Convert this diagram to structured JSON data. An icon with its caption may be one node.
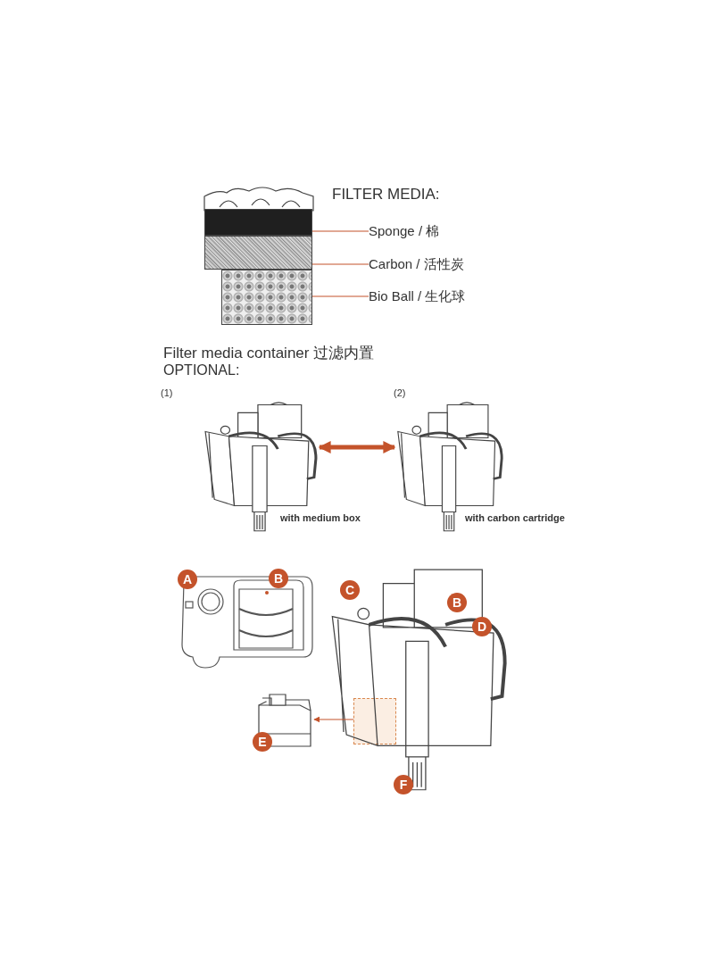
{
  "diagram": {
    "nodes": [
      {
        "text": [
          "Sponge / 棉"
        ]
      },
      {
        "text": [
          "Carbon / 活性炭"
        ]
      },
      {
        "text": [
          "Bio Ball / 生化球"
        ]
      },
      {
        "text": [],
        "shape": "bar"
      },
      {
        "text": [],
        "shape": "box"
      },
      {
        "text": [],
        "shape": "box"
      },
      {
        "text": [],
        "shape": "picture",
        "beside": [
          "(1)",
          "with medium box"
        ]
      },
      {
        "text": [],
        "shape": "picture",
        "beside": [
          "(2)",
          "with carbon cartridge"
        ]
      },
      {
        "text": [],
        "shape": "picture"
      },
      {
        "text": [],
        "shape": "box"
      }
    ],
    "edges": [
      {
        "from": 0,
        "to": 3,
        "arrow": "none"
      },
      {
        "from": 1,
        "to": 4,
        "arrow": "none"
      },
      {
        "from": 2,
        "to": 5,
        "arrow": "none"
      },
      {
        "from": 6,
        "to": 7,
        "arrow": "both",
        "style": "thick"
      },
      {
        "from": 9,
        "to": 8,
        "arrow": "to"
      }
    ],
    "labels": [
      "FILTER MEDIA:",
      "Filter media container 过滤内置",
      "OPTIONAL:",
      "A",
      "B",
      "C",
      "B",
      "D",
      "E",
      "F"
    ]
  }
}
